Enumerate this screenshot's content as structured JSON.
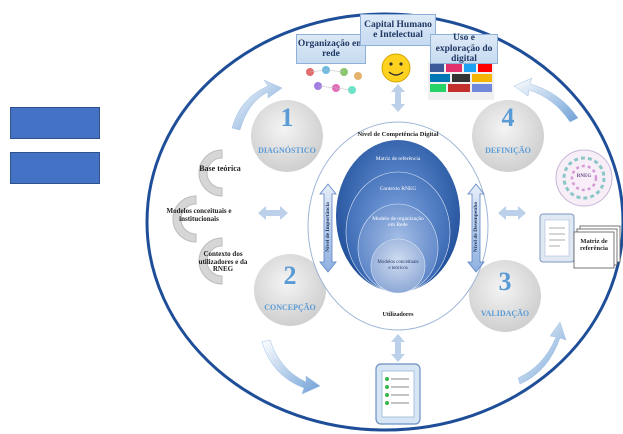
{
  "top": {
    "center_box": "Capital Humano e Intelectual",
    "left_box": "Organização em rede",
    "right_box": "Uso e exploração do digital"
  },
  "phases": [
    {
      "number": "1",
      "label": "DIAGNÓSTICO"
    },
    {
      "number": "2",
      "label": "CONCEPÇÃO"
    },
    {
      "number": "3",
      "label": "VALIDAÇÃO"
    },
    {
      "number": "4",
      "label": "DEFINIÇÃO"
    }
  ],
  "cycle_items": [
    "Base teórica",
    "Modelos conceituais e institucionais",
    "Contexto dos utilizadores e da RNEG"
  ],
  "center": {
    "title": "Nível de Competência Digital",
    "layers": [
      "Matriz de referência",
      "Contexto RNEG",
      "Modelo de organização em Rede",
      "Modelos conceituais e teóricos"
    ],
    "footer": "Utilizadores",
    "left_arrow": "Nível de Importância",
    "right_arrow": "Nível de Desempenho"
  },
  "matrix_doc_label": "Matriz de referência",
  "logo_text": "RNEG",
  "colors": {
    "blue_dark": "#1f4e99",
    "blue_accent": "#4472c4",
    "gray_circle": "#d9d9d9",
    "phase_text": "#5b9bd5",
    "emoji_yellow": "#ffd21f"
  }
}
